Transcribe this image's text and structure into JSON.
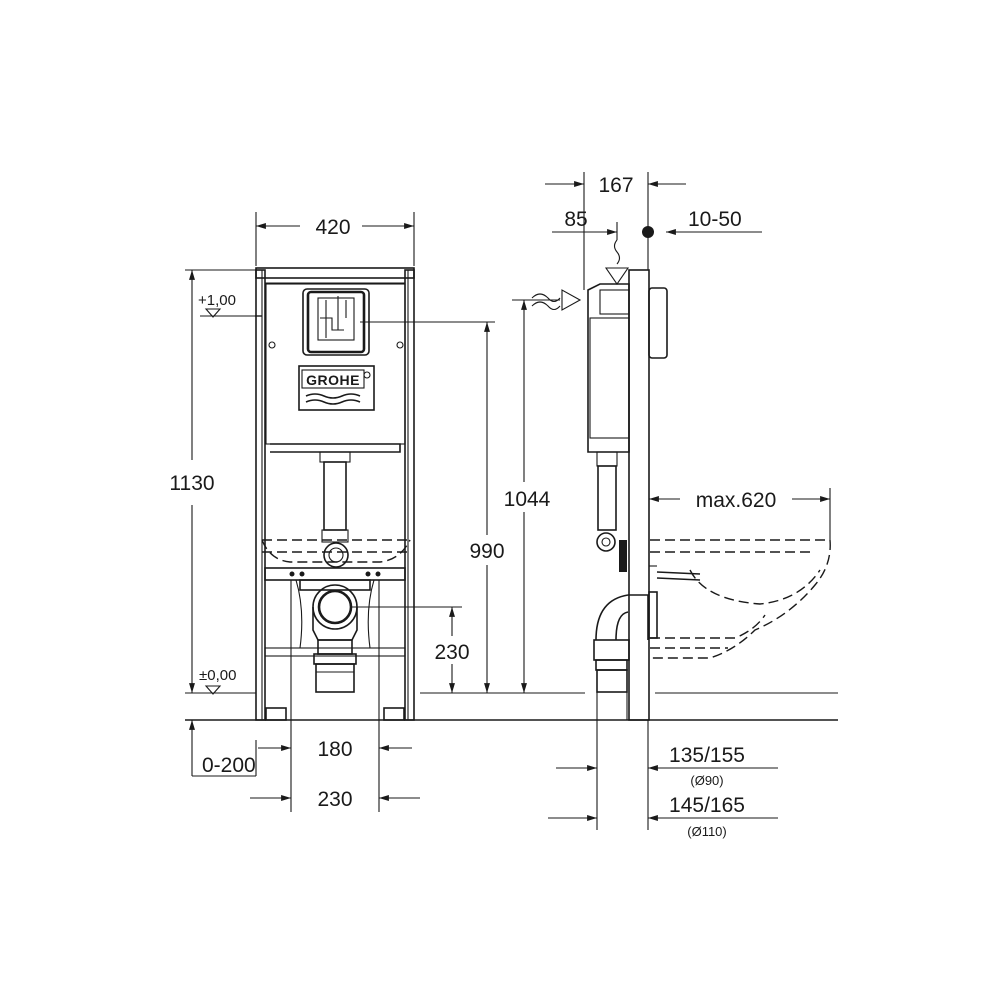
{
  "brand": {
    "logo_text": "GROHE"
  },
  "front_view": {
    "width": "420",
    "height": "1130",
    "level_top": "+1,00",
    "level_zero": "±0,00",
    "flush_height": "990",
    "outlet_height": "230",
    "floor_adjust": "0-200",
    "inner_width": "180",
    "outer_width": "230"
  },
  "side_view": {
    "depth": "167",
    "cistern_offset": "85",
    "wall_thickness": "10-50",
    "supply_height": "1044",
    "bowl_projection": "max.620",
    "dn90_depth": "135/155",
    "dn90_label": "(Ø90)",
    "dn110_depth": "145/165",
    "dn110_label": "(Ø110)"
  }
}
